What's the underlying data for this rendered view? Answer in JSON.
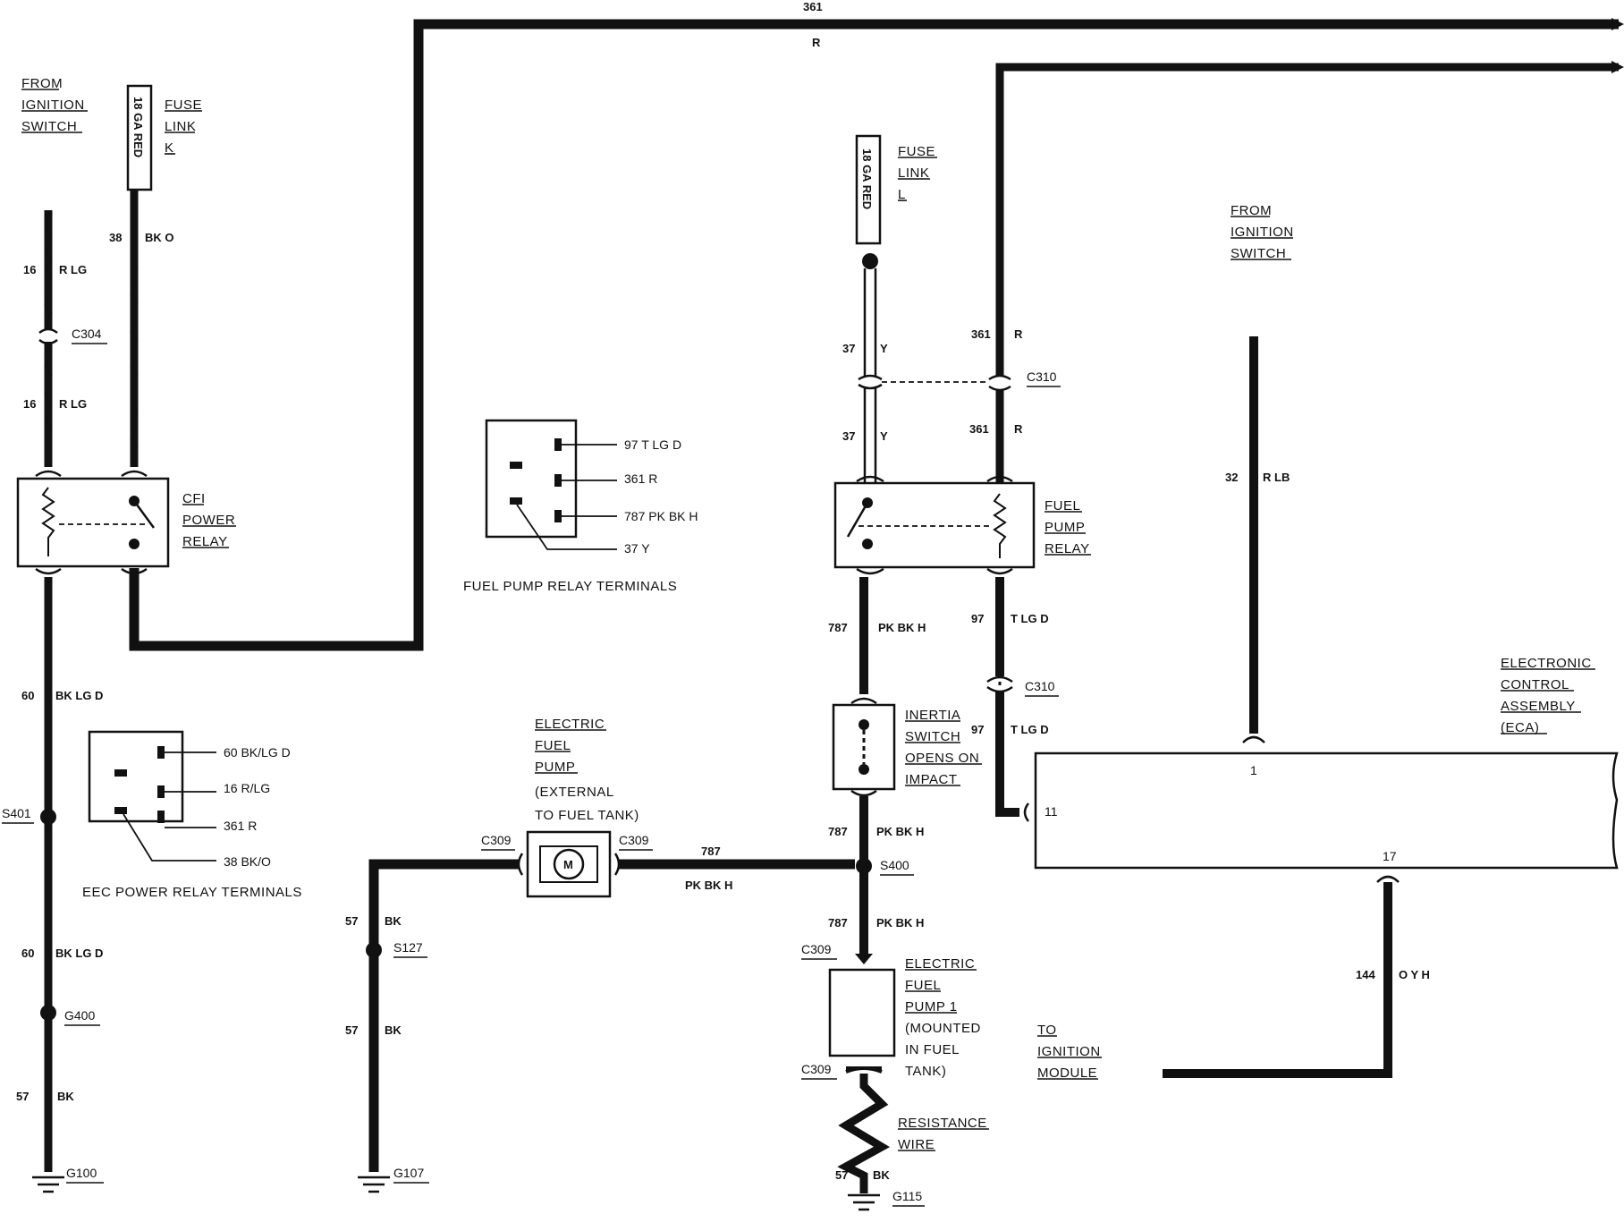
{
  "labels": {
    "wire_361_top": "361",
    "wire_r_top": "R",
    "from_ign_1": "FROM",
    "from_ign_2": "IGNITION",
    "from_ign_3": "SWITCH",
    "fl_k_1": "FUSE",
    "fl_k_2": "LINK",
    "fl_k_3": "K",
    "fl_k_tag": "18 GA RED",
    "fl_l_1": "FUSE",
    "fl_l_2": "LINK",
    "fl_l_3": "L",
    "fl_l_tag": "18 GA RED",
    "w38_num": "38",
    "w38_col": "BK O",
    "w16a_num": "16",
    "w16a_col": "R LG",
    "c304": "C304",
    "w16b_num": "16",
    "w16b_col": "R LG",
    "cfi_1": "CFI",
    "cfi_2": "POWER",
    "cfi_3": "RELAY",
    "w60a_num": "60",
    "w60a_col": "BK LG D",
    "s401": "S401",
    "w60b_num": "60",
    "w60b_col": "BK LG D",
    "g400": "G400",
    "w57a_num": "57",
    "w57a_col": "BK",
    "g100": "G100",
    "eec_t1": "60 BK/LG D",
    "eec_t2": "16 R/LG",
    "eec_t3": "361 R",
    "eec_t4": "38 BK/O",
    "eec_title": "EEC POWER RELAY TERMINALS",
    "fpr_t1": "97 T LG D",
    "fpr_t2": "361 R",
    "fpr_t3": "787 PK BK H",
    "fpr_t4": "37 Y",
    "fpr_title": "FUEL PUMP RELAY TERMINALS",
    "w37a_num": "37",
    "w37a_col": "Y",
    "w361a_num": "361",
    "w361a_col": "R",
    "c310a": "C310",
    "w37b_num": "37",
    "w37b_col": "Y",
    "w361b_num": "361",
    "w361b_col": "R",
    "fp_relay_1": "FUEL",
    "fp_relay_2": "PUMP",
    "fp_relay_3": "RELAY",
    "w787a_num": "787",
    "w787a_col": "PK BK H",
    "w97a_num": "97",
    "w97a_col": "T LG D",
    "c310b": "C310",
    "w97b_num": "97",
    "w97b_col": "T LG D",
    "inertia_1": "INERTIA",
    "inertia_2": "SWITCH",
    "inertia_3": "OPENS ON",
    "inertia_4": "IMPACT",
    "w787b_num": "787",
    "w787b_col": "PK BK H",
    "s400": "S400",
    "w787c_num": "787",
    "w787c_col": "PK BK H",
    "c309_b": "C309",
    "efp1_1": "ELECTRIC",
    "efp1_2": "FUEL",
    "efp1_3": "PUMP 1",
    "efp1_4": "(MOUNTED",
    "efp1_5": "IN FUEL",
    "efp1_6": "TANK)",
    "c309_c": "C309",
    "res_1": "RESISTANCE",
    "res_2": "WIRE",
    "w57c_num": "57",
    "w57c_col": "BK",
    "g115": "G115",
    "efp_ext_1": "ELECTRIC",
    "efp_ext_2": "FUEL",
    "efp_ext_3": "PUMP",
    "efp_ext_4": "(EXTERNAL",
    "efp_ext_5": "TO FUEL TANK)",
    "c309_l": "C309",
    "c309_r": "C309",
    "motor": "M",
    "w787h_num": "787",
    "w787h_col": "PK BK H",
    "w57b_num": "57",
    "w57b_col": "BK",
    "s127": "S127",
    "w57d_num": "57",
    "w57d_col": "BK",
    "g107": "G107",
    "from_ign2_1": "FROM",
    "from_ign2_2": "IGNITION",
    "from_ign2_3": "SWITCH",
    "w32_num": "32",
    "w32_col": "R LB",
    "eca_1": "ELECTRONIC",
    "eca_2": "CONTROL",
    "eca_3": "ASSEMBLY",
    "eca_4": "(ECA)",
    "pin1": "1",
    "pin11": "11",
    "pin17": "17",
    "w144_num": "144",
    "w144_col": "O Y H",
    "to_ign_1": "TO",
    "to_ign_2": "IGNITION",
    "to_ign_3": "MODULE"
  }
}
